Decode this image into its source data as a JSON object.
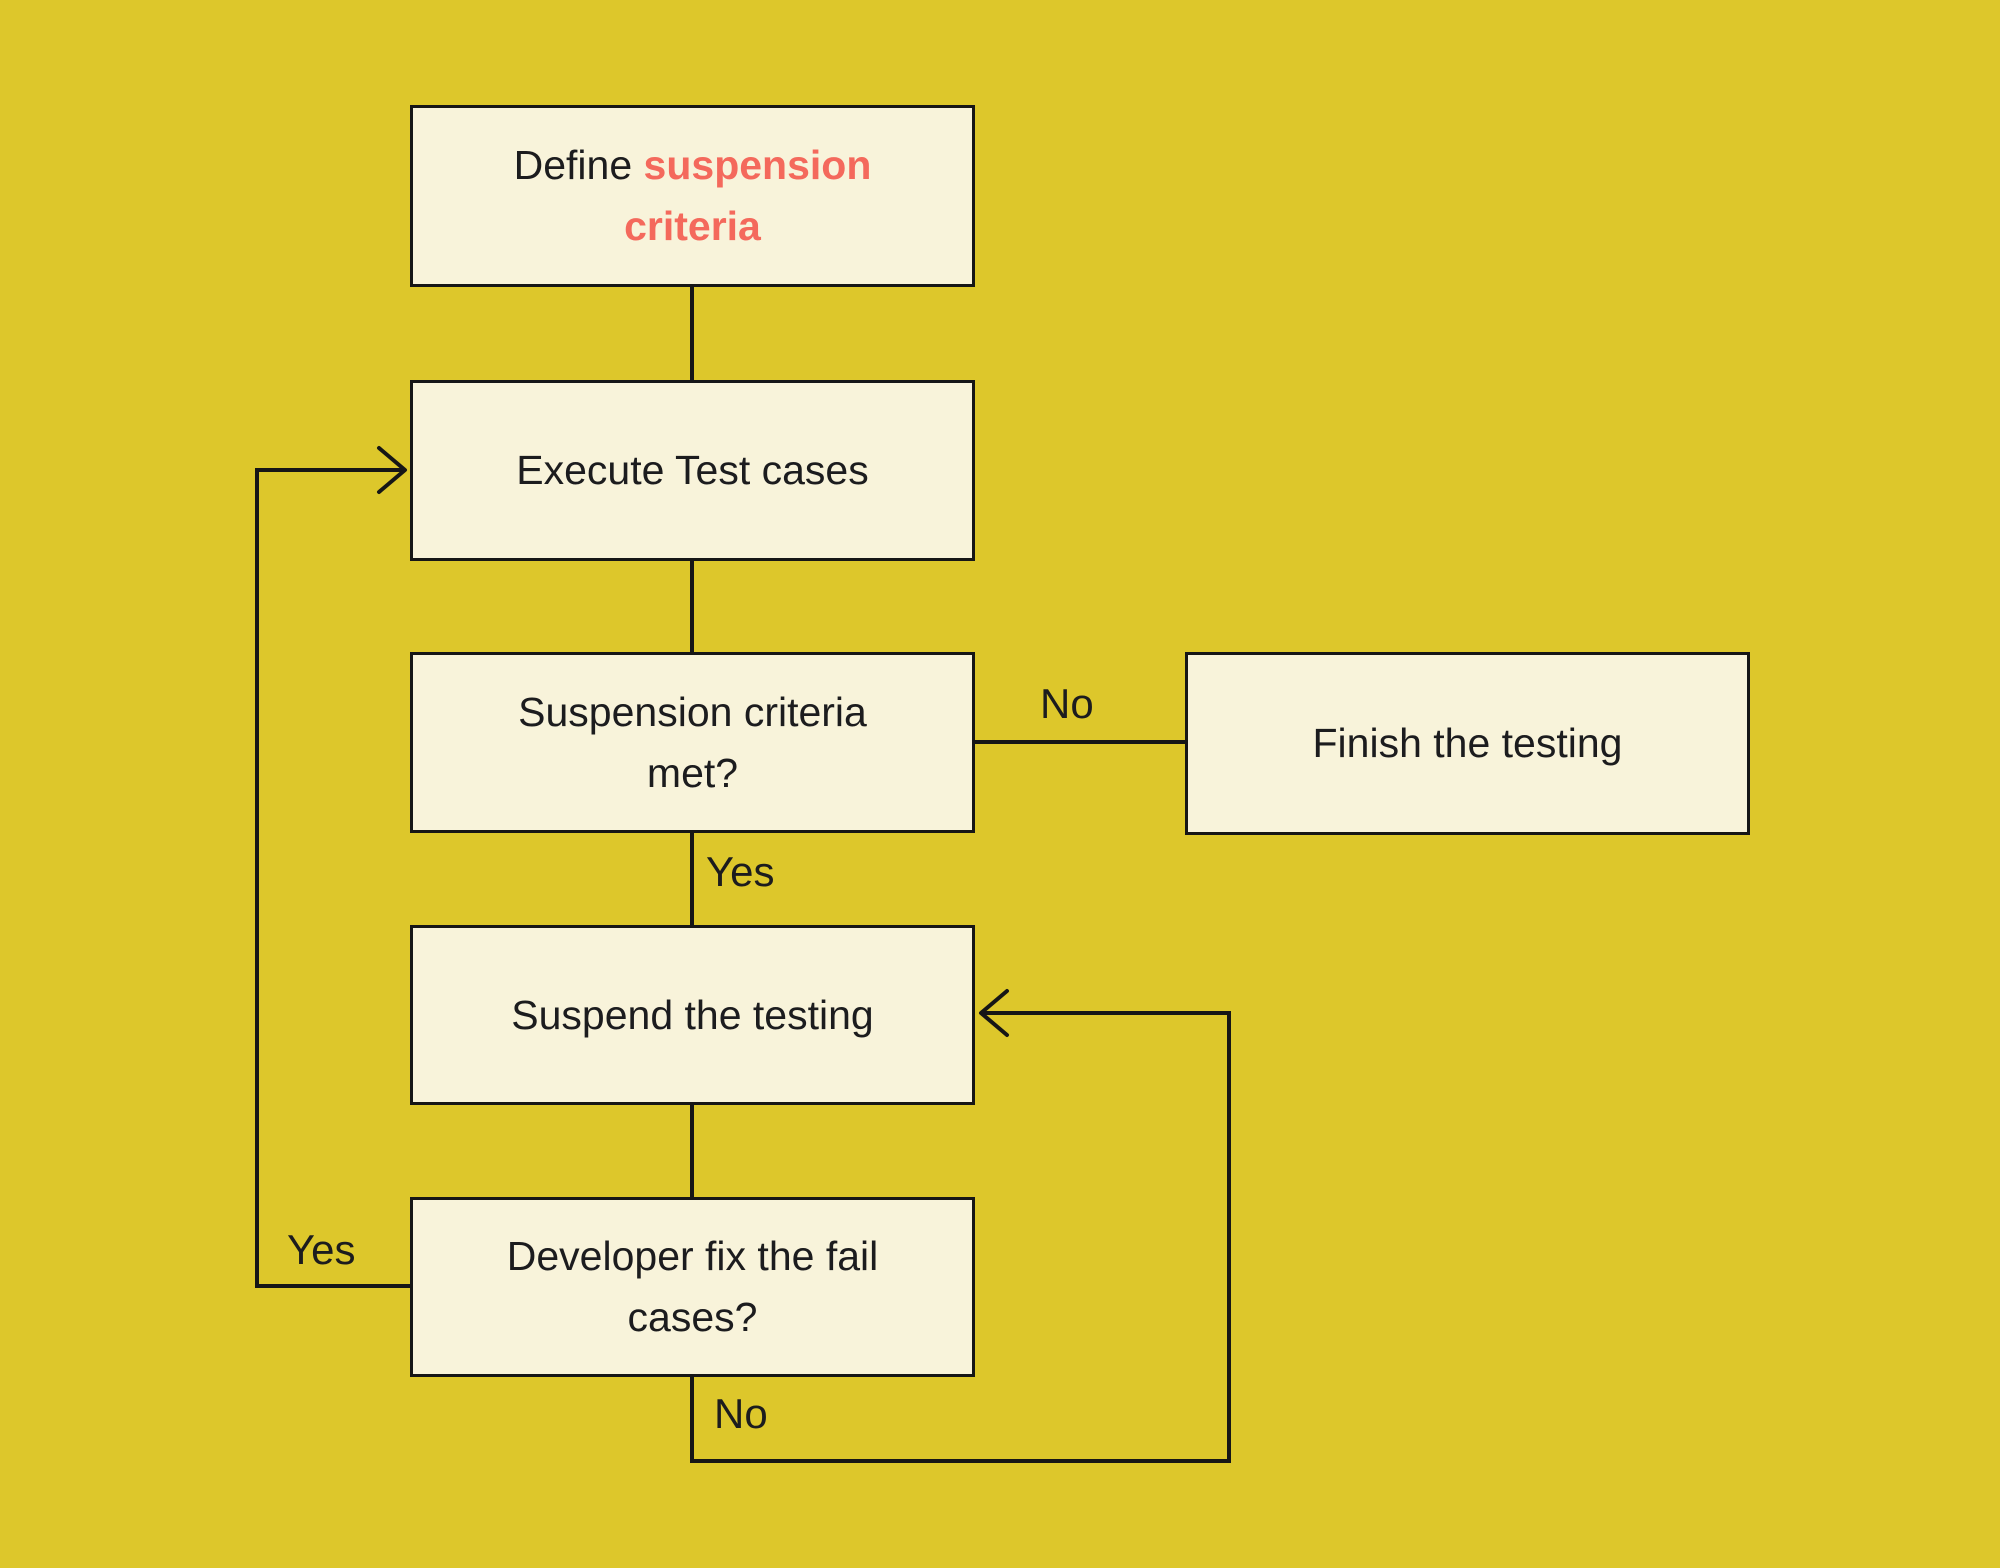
{
  "colors": {
    "background": "#ddc72b",
    "node_fill": "#f8f3da",
    "node_border": "#161616",
    "text": "#1c1c1e",
    "accent_red": "#f4695c",
    "line": "#161616"
  },
  "diagram": {
    "type": "flowchart",
    "nodes": [
      {
        "id": "define",
        "label_prefix": "Define ",
        "label_highlight": "suspension criteria"
      },
      {
        "id": "execute",
        "label": "Execute Test cases"
      },
      {
        "id": "criteria-met",
        "label": "Suspension criteria met?"
      },
      {
        "id": "finish",
        "label": "Finish the testing"
      },
      {
        "id": "suspend",
        "label": "Suspend the testing"
      },
      {
        "id": "developer-fix",
        "label": "Developer fix the fail cases?"
      }
    ],
    "edges": [
      {
        "from": "define",
        "to": "execute",
        "label": ""
      },
      {
        "from": "execute",
        "to": "criteria-met",
        "label": ""
      },
      {
        "from": "criteria-met",
        "to": "finish",
        "label": "No"
      },
      {
        "from": "criteria-met",
        "to": "suspend",
        "label": "Yes"
      },
      {
        "from": "suspend",
        "to": "developer-fix",
        "label": ""
      },
      {
        "from": "developer-fix",
        "to": "execute",
        "label": "Yes"
      },
      {
        "from": "developer-fix",
        "to": "suspend",
        "label": "No"
      }
    ],
    "edge_labels": {
      "no_top": "No",
      "yes_mid": "Yes",
      "yes_left": "Yes",
      "no_bottom": "No"
    }
  }
}
